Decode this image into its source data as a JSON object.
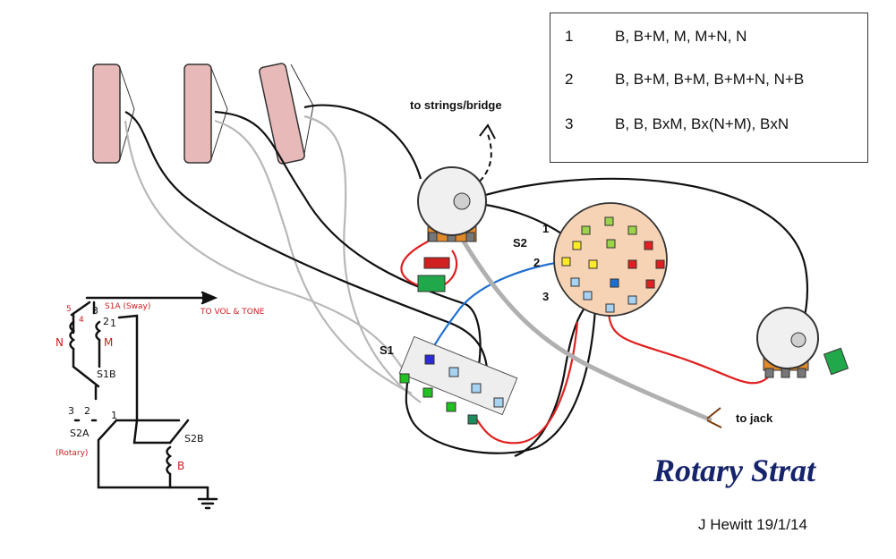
{
  "legend": {
    "rows": [
      {
        "num": "1",
        "text": "B, B+M, M, M+N, N"
      },
      {
        "num": "2",
        "text": "B, B+M, B+M, B+M+N, N+B"
      },
      {
        "num": "3",
        "text": "B, B, BxM, Bx(N+M), BxN"
      }
    ]
  },
  "title": "Rotary Strat",
  "author": "J Hewitt 19/1/14",
  "labels": {
    "strings_bridge": "to strings/bridge",
    "to_jack": "to jack",
    "s1": "S1",
    "s2": "S2",
    "pos1": "1",
    "pos2": "2",
    "pos3": "3"
  },
  "schematic": {
    "s1a": "S1A (Sway)",
    "to_vol_tone": "TO VOL & TONE",
    "s1b": "S1B",
    "s2a": "S2A",
    "rotary": "(Rotary)",
    "s2b": "S2B",
    "n": "N",
    "m": "M",
    "b": "B",
    "t5": "5",
    "t4": "4",
    "t3": "3",
    "t2": "2",
    "t1": "1",
    "u3": "3",
    "u2": "2",
    "u1": "1"
  },
  "colors": {
    "pickup": "#e8b9b9",
    "rotary_body": "#f7d3b5",
    "wire_blue": "#1f6fd1",
    "wire_red": "#e02020",
    "wire_grey": "#b8b8b8",
    "title": "#15246b"
  }
}
